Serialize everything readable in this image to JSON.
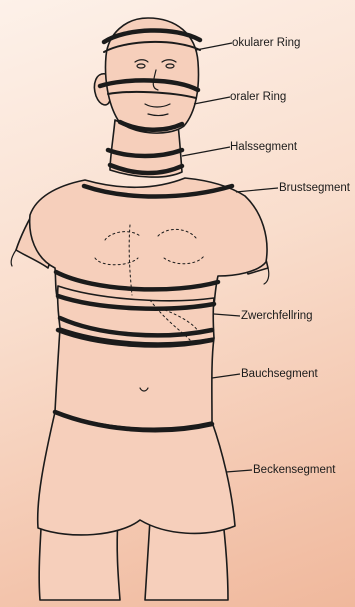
{
  "diagram": {
    "labels": {
      "okular": "okularer Ring",
      "oral": "oraler Ring",
      "hals": "Halssegment",
      "brust": "Brustsegment",
      "zwerchfell": "Zwerchfellring",
      "bauch": "Bauchsegment",
      "becken": "Beckensegment"
    },
    "watermark": "",
    "colors": {
      "ink": "#1b1b1b",
      "skin": "#f6cfbb",
      "background_top": "#fdf1e9",
      "background_bottom": "#f0b89c"
    }
  }
}
